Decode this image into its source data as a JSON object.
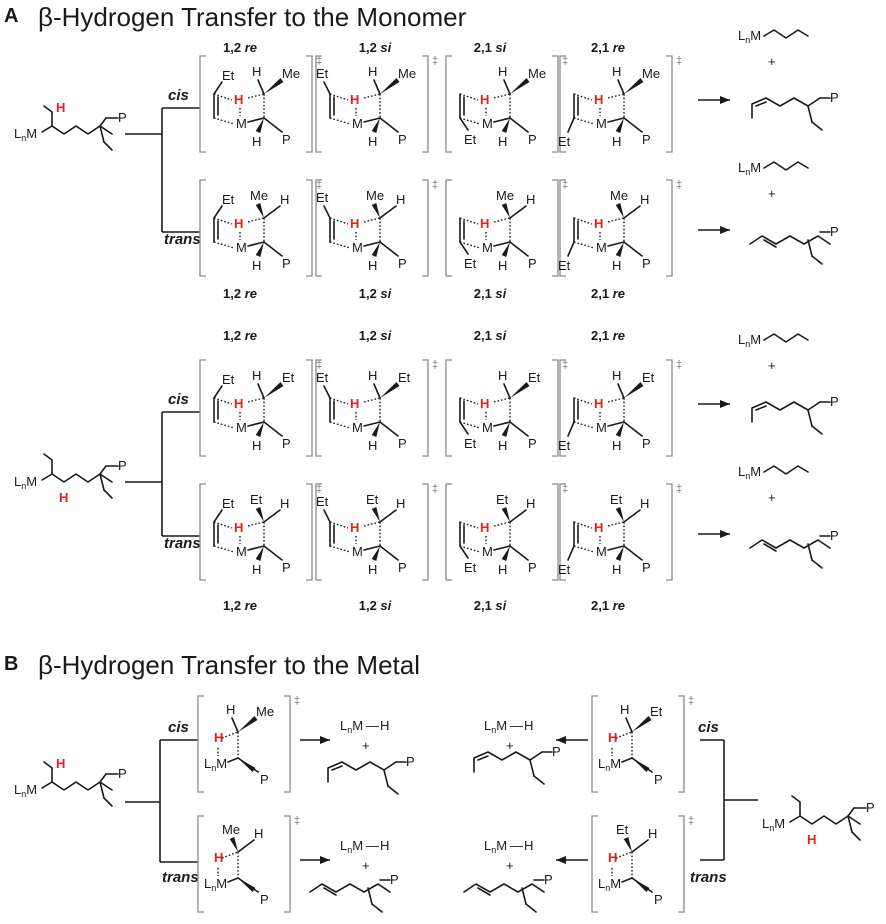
{
  "section_a": {
    "letter": "A",
    "title": "β-Hydrogen Transfer to the Monomer"
  },
  "section_b": {
    "letter": "B",
    "title": "β-Hydrogen Transfer to the Metal"
  },
  "branches": {
    "cis": "cis",
    "trans": "trans"
  },
  "ts_labels": [
    {
      "num": "1,2",
      "face": "re"
    },
    {
      "num": "1,2",
      "face": "si"
    },
    {
      "num": "2,1",
      "face": "si"
    },
    {
      "num": "2,1",
      "face": "re"
    }
  ],
  "atoms": {
    "metal": "M",
    "ligand_L": "L",
    "ligand_n": "n",
    "hydrogen": "H",
    "polymer": "P",
    "methyl": "Me",
    "ethyl": "Et",
    "dagger": "‡",
    "plus": "+",
    "metal_hydride_bond": "—"
  }
}
